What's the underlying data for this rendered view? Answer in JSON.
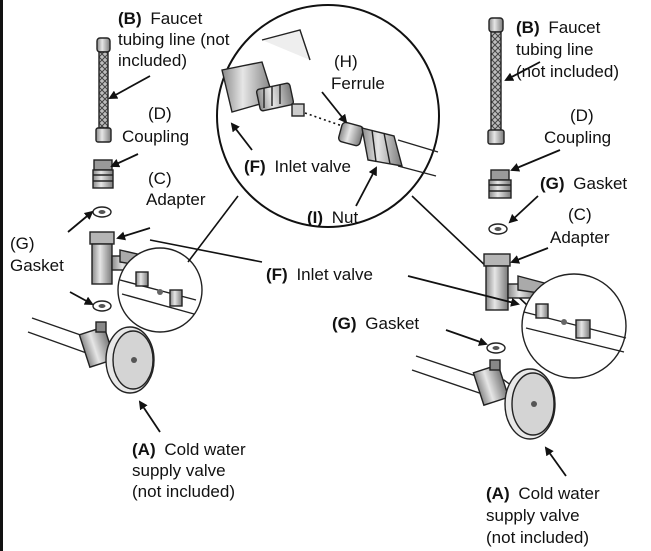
{
  "labels": {
    "left": {
      "b": {
        "letter": "(B)",
        "lines": [
          "Faucet",
          "tubing line (not",
          "included)"
        ]
      },
      "d": {
        "letter": "(D)",
        "word": "Coupling"
      },
      "c": {
        "letter": "(C)",
        "word": "Adapter"
      },
      "g": {
        "letter": "(G)",
        "word": "Gasket"
      },
      "a": {
        "letter": "(A)",
        "line1": "Cold water",
        "line2": "supply valve",
        "line3": "(not included)"
      }
    },
    "center": {
      "h": {
        "letter": "(H)",
        "word": "Ferrule"
      },
      "f_zoom": {
        "letter": "(F)",
        "word": "Inlet valve"
      },
      "i": {
        "letter": "(I)",
        "word": "Nut"
      },
      "f_mid": {
        "letter": "(F)",
        "word": "Inlet valve"
      }
    },
    "right": {
      "b": {
        "letter": "(B)",
        "lines": [
          "Faucet",
          "tubing line",
          "(not included)"
        ]
      },
      "d": {
        "letter": "(D)",
        "word": "Coupling"
      },
      "g_top": {
        "letter": "(G)",
        "word": "Gasket"
      },
      "c": {
        "letter": "(C)",
        "word": "Adapter"
      },
      "g_bottom": {
        "letter": "(G)",
        "word": "Gasket"
      },
      "a": {
        "letter": "(A)",
        "line1": "Cold water",
        "line2": "supply valve",
        "line3": "(not included)"
      }
    }
  },
  "colors": {
    "ink": "#111111",
    "part_fill": "#d4d4d4",
    "part_dark": "#9a9a9a",
    "background": "#ffffff"
  }
}
